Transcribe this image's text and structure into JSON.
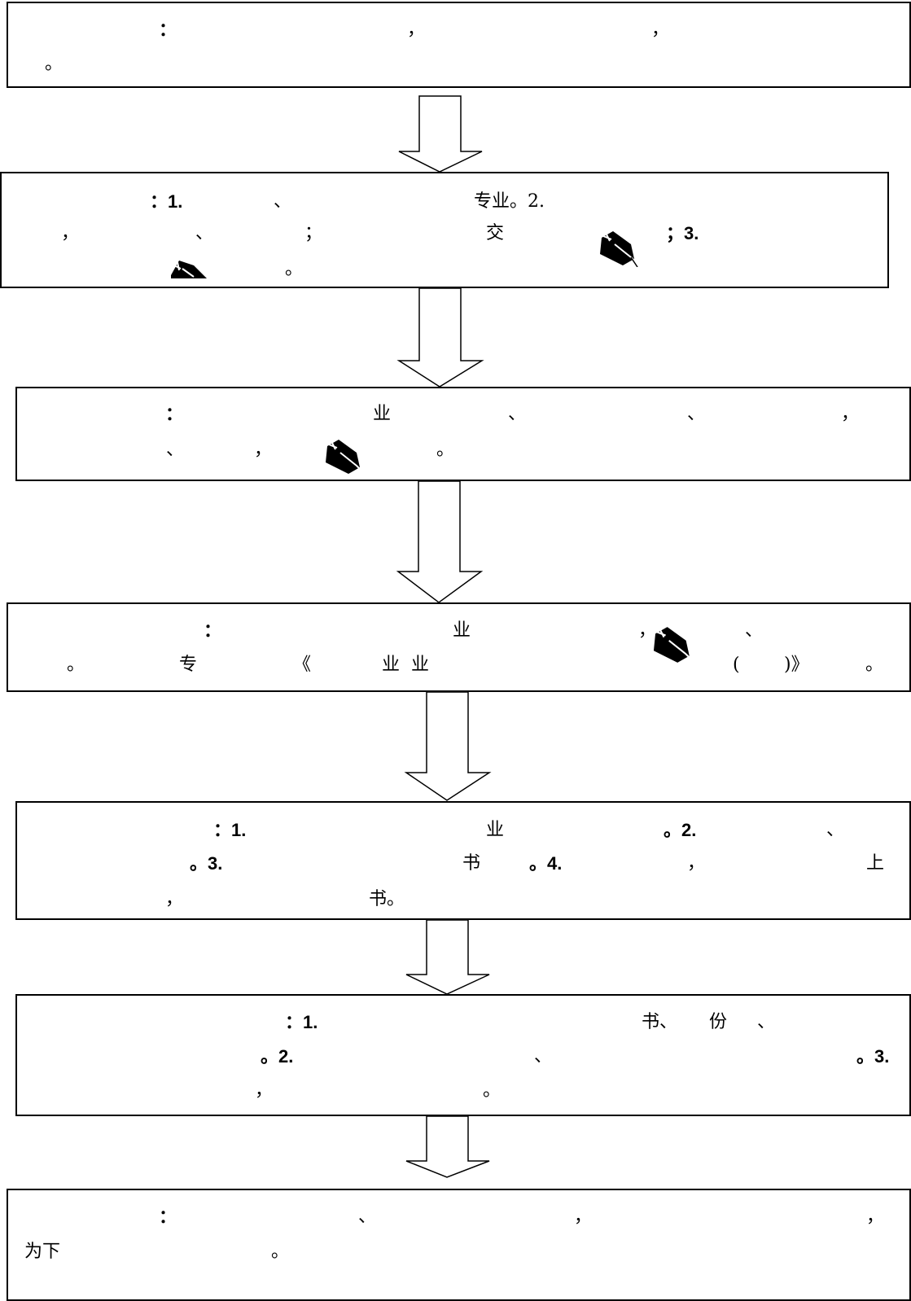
{
  "box1": {
    "t1": "：",
    "t2": "，",
    "t3": "，",
    "t4": "。"
  },
  "box2": {
    "t1": "：1.",
    "t2": "、",
    "t3": "专业。2.",
    "t4": "，",
    "t5": "、",
    "t6": "；",
    "t7": "交",
    "t8": "；3.",
    "t9": "。"
  },
  "box3": {
    "t1": "：",
    "t2": "业",
    "t3": "、",
    "t4": "、",
    "t5": "，",
    "t6": "、",
    "t7": "，",
    "t8": "。"
  },
  "box4": {
    "t1": "：",
    "t2": "业",
    "t3": "，",
    "t4": "、",
    "t5": "。",
    "t6": "专",
    "t7": "《",
    "t8": "业  业",
    "t9": "(",
    "t10": ")》",
    "t11": "。"
  },
  "box5": {
    "t1": "：1.",
    "t2": "业",
    "t3": "。2.",
    "t4": "、",
    "t5": "。3.",
    "t6": "书",
    "t7": "。4.",
    "t8": "，",
    "t9": "上",
    "t10": "，",
    "t11": "书。"
  },
  "box6": {
    "t1": "：1.",
    "t2": "书、",
    "t3": "份",
    "t4": "、",
    "t5": "。2.",
    "t6": "、",
    "t7": "。3.",
    "t8": "，",
    "t9": "。"
  },
  "box7": {
    "t1": "：",
    "t2": "、",
    "t3": "，",
    "t4": "，",
    "t5": "为下",
    "t6": "。"
  },
  "icons": [
    "kite-icon"
  ]
}
